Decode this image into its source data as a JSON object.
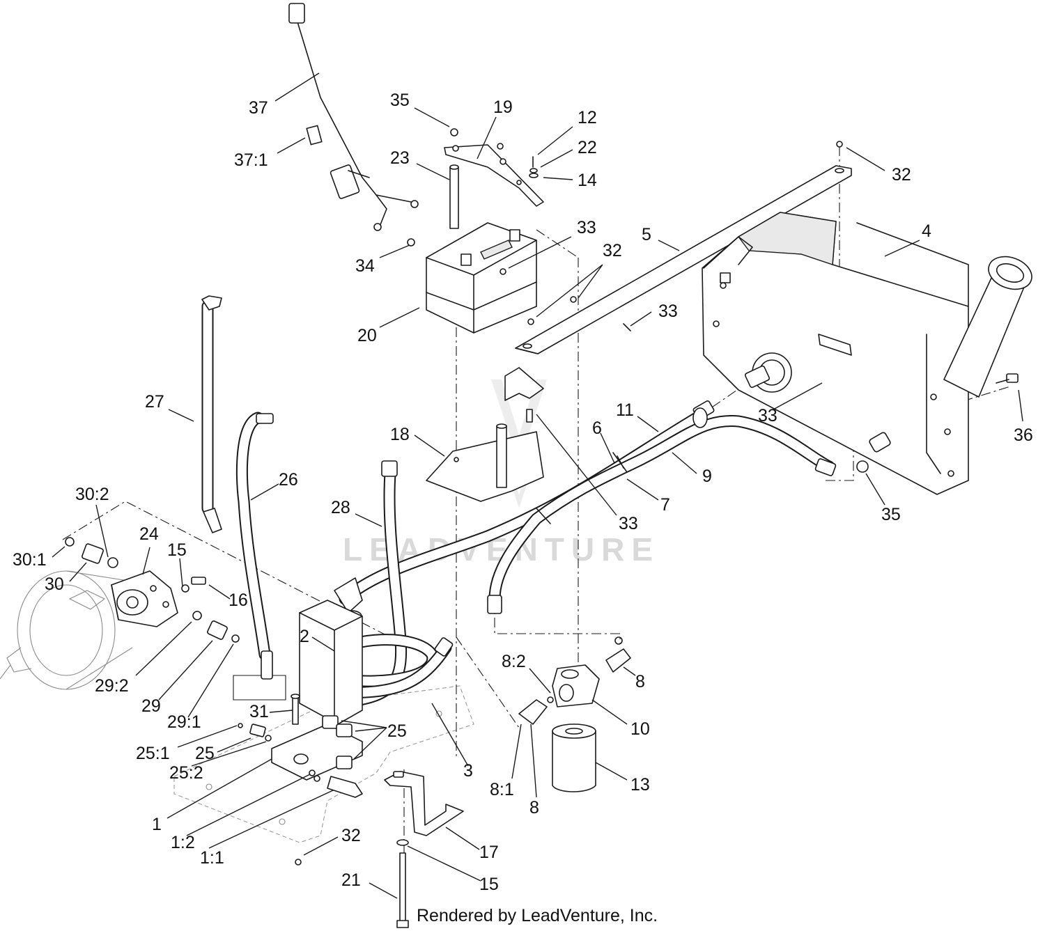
{
  "watermark": "LEADVENTURE",
  "footer": "Rendered by LeadVenture, Inc.",
  "callouts": [
    "37",
    "37:1",
    "35",
    "19",
    "23",
    "12",
    "22",
    "14",
    "32",
    "5",
    "4",
    "33",
    "34",
    "32",
    "20",
    "33",
    "27",
    "18",
    "11",
    "6",
    "9",
    "33",
    "36",
    "26",
    "7",
    "33",
    "35",
    "30:2",
    "28",
    "24",
    "15",
    "30:1",
    "30",
    "16",
    "2",
    "8:2",
    "8",
    "29:2",
    "10",
    "29",
    "29:1",
    "31",
    "25",
    "25:1",
    "25",
    "25:2",
    "3",
    "13",
    "1",
    "1:2",
    "8:1",
    "8",
    "1:1",
    "17",
    "32",
    "21",
    "15"
  ]
}
